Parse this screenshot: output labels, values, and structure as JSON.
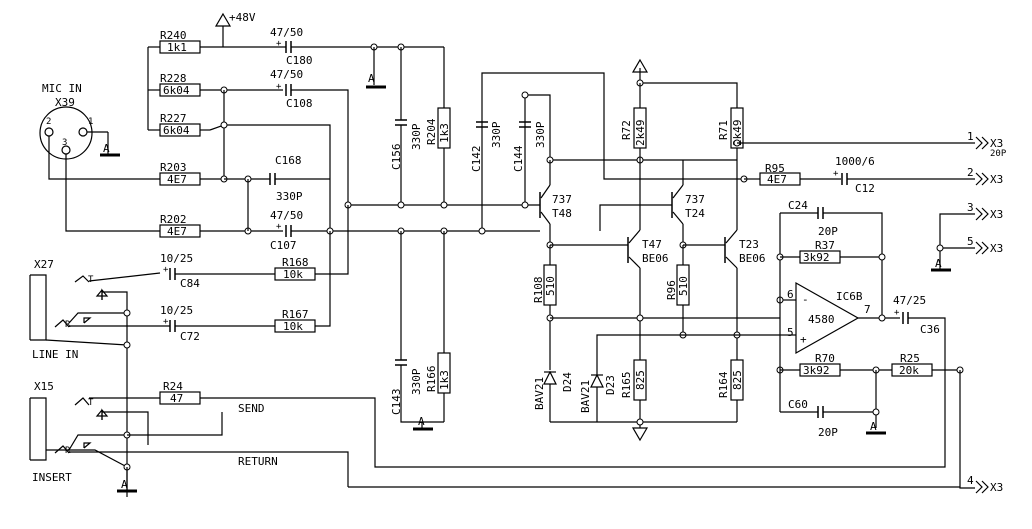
{
  "supply": {
    "p48v": "+48V"
  },
  "connectors": {
    "mic_in": "MIC IN",
    "x39": "X39",
    "pin1": "1",
    "pin2": "2",
    "pin3": "3",
    "x27": "X27",
    "line_in": "LINE IN",
    "x15": "X15",
    "insert": "INSERT",
    "t1": "T",
    "r1": "R",
    "t2": "T",
    "r2": "R",
    "send": "SEND",
    "return": "RETURN"
  },
  "outputs": {
    "o1_pin": "1",
    "o1_name": "X3",
    "o1_sub": "20P",
    "o2_pin": "2",
    "o2_name": "X3",
    "o3_pin": "3",
    "o3_name": "X3",
    "o5_pin": "5",
    "o5_name": "X3",
    "o4_pin": "4",
    "o4_name": "X3"
  },
  "resistors": {
    "r240_ref": "R240",
    "r240_val": "1k1",
    "r228_ref": "R228",
    "r228_val": "6k04",
    "r227_ref": "R227",
    "r227_val": "6k04",
    "r203_ref": "R203",
    "r203_val": "4E7",
    "r202_ref": "R202",
    "r202_val": "4E7",
    "r168_ref": "R168",
    "r168_val": "10k",
    "r167_ref": "R167",
    "r167_val": "10k",
    "r24_ref": "R24",
    "r24_val": "47",
    "r204_ref": "R204",
    "r204_val": "1k3",
    "r166_ref": "R166",
    "r166_val": "1k3",
    "r72_ref": "R72",
    "r72_val": "2k49",
    "r71_ref": "R71",
    "r71_val": "2k49",
    "r95_ref": "R95",
    "r95_val": "4E7",
    "r108_ref": "R108",
    "r108_val": "510",
    "r96_ref": "R96",
    "r96_val": "510",
    "r165_ref": "R165",
    "r165_val": "825",
    "r164_ref": "R164",
    "r164_val": "825",
    "r37_ref": "R37",
    "r37_val": "3k92",
    "r70_ref": "R70",
    "r70_val": "3k92",
    "r25_ref": "R25",
    "r25_val": "20k"
  },
  "capacitors": {
    "c180_ref": "C180",
    "c180_val": "47/50",
    "c108_ref": "C108",
    "c108_val": "47/50",
    "c168_ref": "C168",
    "c168_val": "330P",
    "c107_ref": "C107",
    "c107_val": "47/50",
    "c84_ref": "C84",
    "c84_val": "10/25",
    "c72_ref": "C72",
    "c72_val": "10/25",
    "c156_ref": "C156",
    "c156_val": "330P",
    "c142_ref": "C142",
    "c142_val": "330P",
    "c144_ref": "C144",
    "c144_val": "330P",
    "c143_ref": "C143",
    "c143_val": "330P",
    "c12_ref": "C12",
    "c12_val": "1000/6",
    "c24_ref": "C24",
    "c24_val": "20P",
    "c60_ref": "C60",
    "c60_val": "20P",
    "c36_ref": "C36",
    "c36_val": "47/25"
  },
  "semis": {
    "t48_type": "737",
    "t48_ref": "T48",
    "t24_type": "737",
    "t24_ref": "T24",
    "t47_ref": "T47",
    "t47_type": "BE06",
    "t23_ref": "T23",
    "t23_type": "BE06",
    "d24_type": "BAV21",
    "d24_ref": "D24",
    "d23_type": "BAV21",
    "d23_ref": "D23",
    "ic_ref": "IC6B",
    "ic_type": "4580",
    "ic_pin6": "6",
    "ic_pin5": "5",
    "ic_pin7": "7",
    "minus": "-",
    "plus": "+"
  },
  "grounds": {
    "label": "A"
  }
}
